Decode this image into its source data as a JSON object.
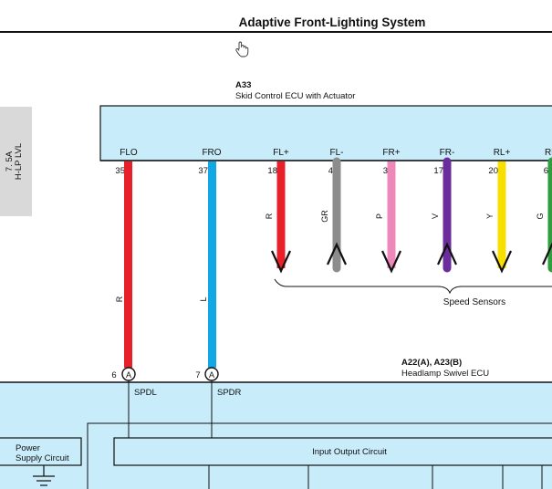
{
  "header": {
    "title": "Adaptive Front-Lighting System"
  },
  "fuse": {
    "rating": "7. 5A",
    "name": "H-LP LVL"
  },
  "top_ecu": {
    "code": "A33",
    "name": "Skid Control ECU with Actuator",
    "terminals": [
      {
        "name": "FLO",
        "pin": "35",
        "wire": "R",
        "color": "#e8202a"
      },
      {
        "name": "FRO",
        "pin": "37",
        "wire": "L",
        "color": "#12a8e6"
      },
      {
        "name": "FL+",
        "pin": "18",
        "wire": "R",
        "color": "#e8202a"
      },
      {
        "name": "FL-",
        "pin": "4",
        "wire": "GR",
        "color": "#8c8c8c"
      },
      {
        "name": "FR+",
        "pin": "3",
        "wire": "P",
        "color": "#ee88bb"
      },
      {
        "name": "FR-",
        "pin": "17",
        "wire": "V",
        "color": "#6c2d9c"
      },
      {
        "name": "RL+",
        "pin": "20",
        "wire": "Y",
        "color": "#f7e000"
      },
      {
        "name": "RL-",
        "pin": "6",
        "wire": "G",
        "color": "#2e9e3e"
      }
    ]
  },
  "sensors_label": "Speed Sensors",
  "bottom_ecu": {
    "code": "A22(A), A23(B)",
    "name": "Headlamp Swivel ECU",
    "pins": [
      {
        "pin": "6",
        "connector": "A",
        "name": "SPDL",
        "wire": "R"
      },
      {
        "pin": "7",
        "connector": "A",
        "name": "SPDR",
        "wire": "L"
      }
    ],
    "power_circuit": "Power Supply Circuit",
    "io_circuit": "Input Output Circuit"
  },
  "colors": {
    "ecu_fill": "#c8ecfa",
    "fuse_fill": "#d9d9d9",
    "line": "#111111"
  }
}
